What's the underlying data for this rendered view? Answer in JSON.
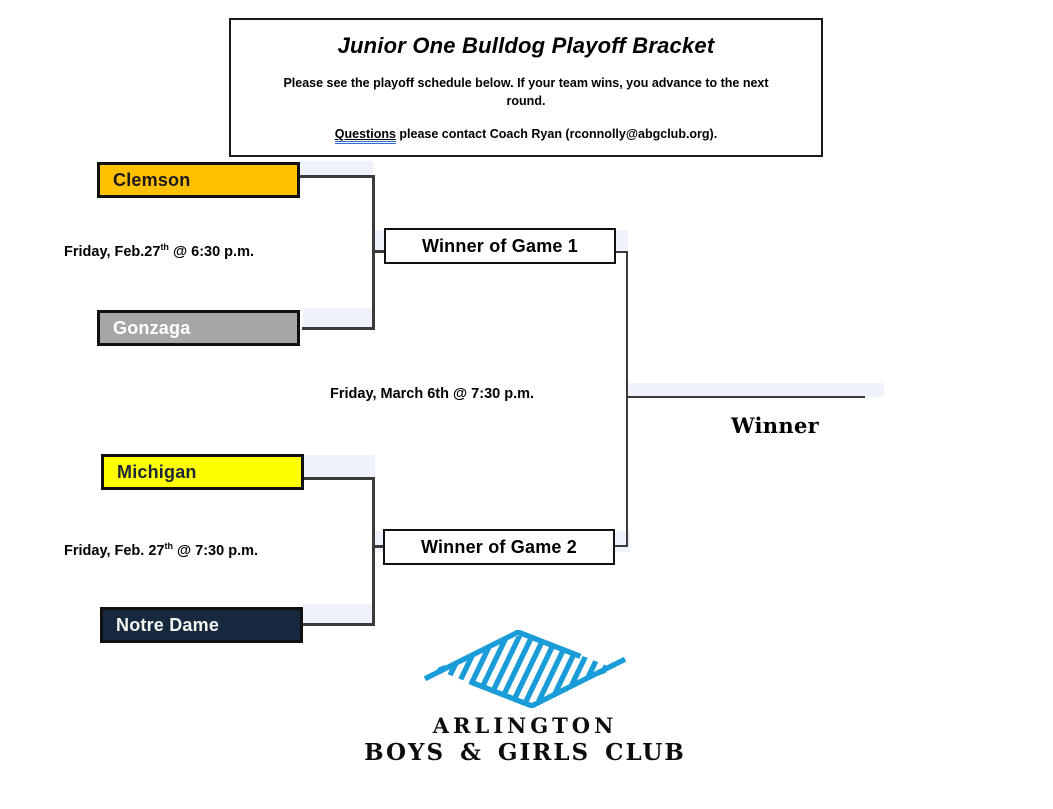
{
  "header": {
    "title": "Junior One Bulldog Playoff Bracket",
    "intro": "Please see the playoff schedule below. If your team wins, you advance to the next round.",
    "questions_label": "Questions",
    "contact_text": " please contact Coach Ryan (rconnolly@abgclub.org)."
  },
  "bracket": {
    "teams": [
      {
        "name": "Clemson",
        "color": "#FFC000"
      },
      {
        "name": "Gonzaga",
        "color": "#A6A6A6"
      },
      {
        "name": "Michigan",
        "color": "#FFFF00"
      },
      {
        "name": "Notre Dame",
        "color": "#17293E"
      }
    ],
    "game1": {
      "label": "Winner of Game 1",
      "date_prefix": "Friday, Feb.27",
      "date_sup": "th",
      "date_suffix": " @ 6:30 p.m."
    },
    "game2": {
      "label": "Winner of Game 2",
      "date_prefix": "Friday, Feb. 27",
      "date_sup": "th",
      "date_suffix": " @ 7:30 p.m."
    },
    "final": {
      "date": "Friday, March 6th @ 7:30 p.m.",
      "winner_label": "Winner"
    }
  },
  "logo": {
    "mark": "boys-girls-club-interlocking-hands",
    "line1": "ARLINGTON",
    "line2": "BOYS & GIRLS CLUB",
    "blue": "#1A9CD8"
  },
  "colors": {
    "band": "#EEF2FA",
    "connector_line": "#3B3B3B"
  }
}
